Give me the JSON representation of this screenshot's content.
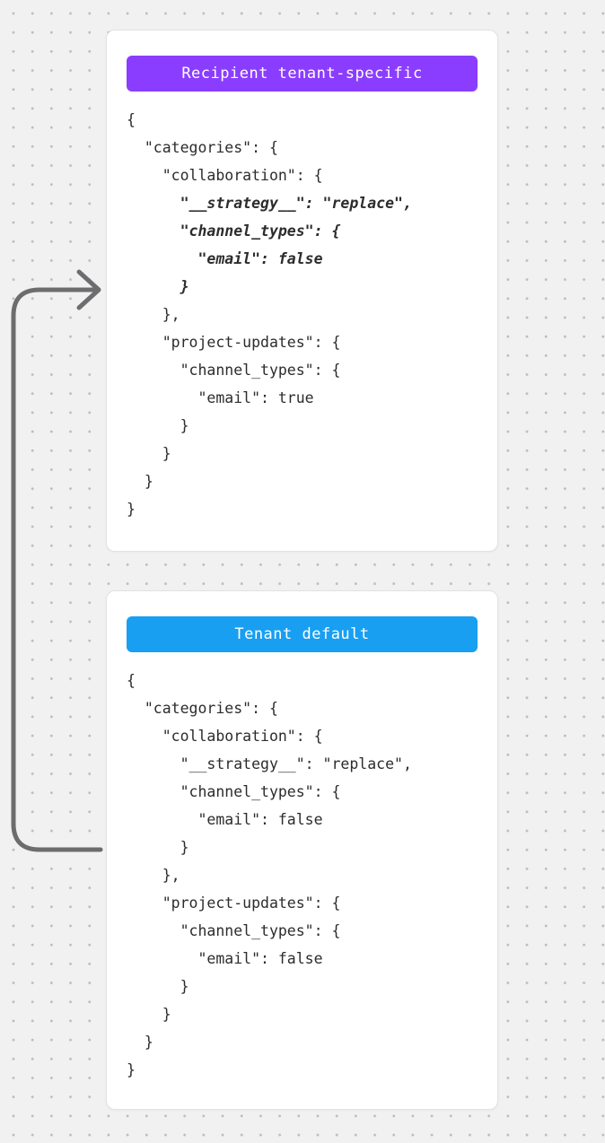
{
  "canvas": {
    "background_color": "#f1f1f2",
    "dot_color": "#bcbcbe"
  },
  "arrow": {
    "name": "tenant-default-to-recipient-merge-arrow",
    "color": "#6d6d6f",
    "stroke_width": 5
  },
  "cards": [
    {
      "id": "recipient-tenant-specific",
      "badge": {
        "label": "Recipient tenant-specific",
        "color": "#8b3dff",
        "text_color": "#ffffff"
      },
      "code_lines": [
        {
          "text": "{",
          "emphasis": false
        },
        {
          "text": "  \"categories\": {",
          "emphasis": false
        },
        {
          "text": "    \"collaboration\": {",
          "emphasis": false
        },
        {
          "text": "      \"__strategy__\": \"replace\",",
          "emphasis": true
        },
        {
          "text": "      \"channel_types\": {",
          "emphasis": true
        },
        {
          "text": "        \"email\": false",
          "emphasis": true
        },
        {
          "text": "      }",
          "emphasis": true
        },
        {
          "text": "    },",
          "emphasis": false
        },
        {
          "text": "    \"project-updates\": {",
          "emphasis": false
        },
        {
          "text": "      \"channel_types\": {",
          "emphasis": false
        },
        {
          "text": "        \"email\": true",
          "emphasis": false
        },
        {
          "text": "      }",
          "emphasis": false
        },
        {
          "text": "    }",
          "emphasis": false
        },
        {
          "text": "  }",
          "emphasis": false
        },
        {
          "text": "}",
          "emphasis": false
        }
      ]
    },
    {
      "id": "tenant-default",
      "badge": {
        "label": "Tenant default",
        "color": "#189ff2",
        "text_color": "#ffffff"
      },
      "code_lines": [
        {
          "text": "{",
          "emphasis": false
        },
        {
          "text": "  \"categories\": {",
          "emphasis": false
        },
        {
          "text": "    \"collaboration\": {",
          "emphasis": false
        },
        {
          "text": "      \"__strategy__\": \"replace\",",
          "emphasis": false
        },
        {
          "text": "      \"channel_types\": {",
          "emphasis": false
        },
        {
          "text": "        \"email\": false",
          "emphasis": false
        },
        {
          "text": "      }",
          "emphasis": false
        },
        {
          "text": "    },",
          "emphasis": false
        },
        {
          "text": "    \"project-updates\": {",
          "emphasis": false
        },
        {
          "text": "      \"channel_types\": {",
          "emphasis": false
        },
        {
          "text": "        \"email\": false",
          "emphasis": false
        },
        {
          "text": "      }",
          "emphasis": false
        },
        {
          "text": "    }",
          "emphasis": false
        },
        {
          "text": "  }",
          "emphasis": false
        },
        {
          "text": "}",
          "emphasis": false
        }
      ]
    }
  ]
}
